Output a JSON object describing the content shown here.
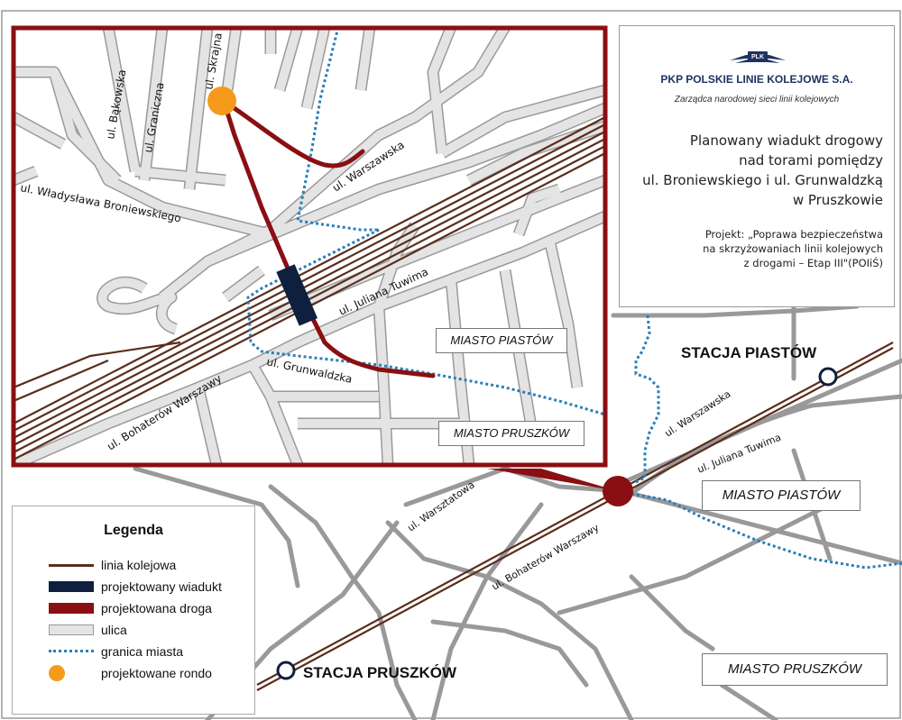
{
  "header": {
    "company": "PKP POLSKIE LINIE KOLEJOWE S.A.",
    "subtitle": "Zarządca narodowej sieci linii kolejowych",
    "logo_text": "PLK",
    "title_lines": [
      "Planowany wiadukt drogowy",
      "nad torami pomiędzy",
      "ul. Broniewskiego i ul. Grunwaldzką",
      "w Pruszkowie"
    ],
    "project_lines": [
      "Projekt: „Poprawa bezpieczeństwa",
      "na skrzyżowaniach linii kolejowych",
      "z drogami – Etap III\"(POIiŚ)"
    ]
  },
  "legend": {
    "title": "Legenda",
    "items": [
      {
        "label": "linia kolejowa",
        "symbol": "rail-line"
      },
      {
        "label": "projektowany wiadukt",
        "symbol": "viaduct"
      },
      {
        "label": "projektowana droga",
        "symbol": "road-planned"
      },
      {
        "label": "ulica",
        "symbol": "street"
      },
      {
        "label": "granica miasta",
        "symbol": "city-border"
      },
      {
        "label": "projektowane rondo",
        "symbol": "roundabout"
      }
    ]
  },
  "inset": {
    "streets": {
      "bakowska": "ul. Bąkowska",
      "graniczna": "ul. Graniczna",
      "skrajna": "ul. Skrajna",
      "warszawska": "ul. Warszawska",
      "broniewskiego": "ul. Władysława Broniewskiego",
      "tuwima": "ul. Juliana Tuwima",
      "grunwaldzka": "ul. Grunwaldzka",
      "bohaterow": "ul. Bohaterów Warszawy"
    },
    "city_piastow": "MIASTO PIASTÓW",
    "city_pruszkow": "MIASTO PRUSZKÓW"
  },
  "overview": {
    "station_piastow": "STACJA PIASTÓW",
    "station_pruszkow": "STACJA PRUSZKÓW",
    "warszawska": "ul. Warszawska",
    "tuwima": "ul. Juliana Tuwima",
    "warsztatowa": "ul. Warsztatowa",
    "bohaterow": "ul. Bohaterów Warszawy",
    "city_piastow": "MIASTO PIASTÓW",
    "city_pruszkow": "MIASTO PRUSZKÓW"
  },
  "colors": {
    "rail": "#5a2e1c",
    "viaduct": "#0f1f3e",
    "road_planned": "#8a0f12",
    "street": "#c7c7c7",
    "border": "#2a7fb8",
    "roundabout": "#f59a1b",
    "pkp_blue": "#1d3360"
  }
}
